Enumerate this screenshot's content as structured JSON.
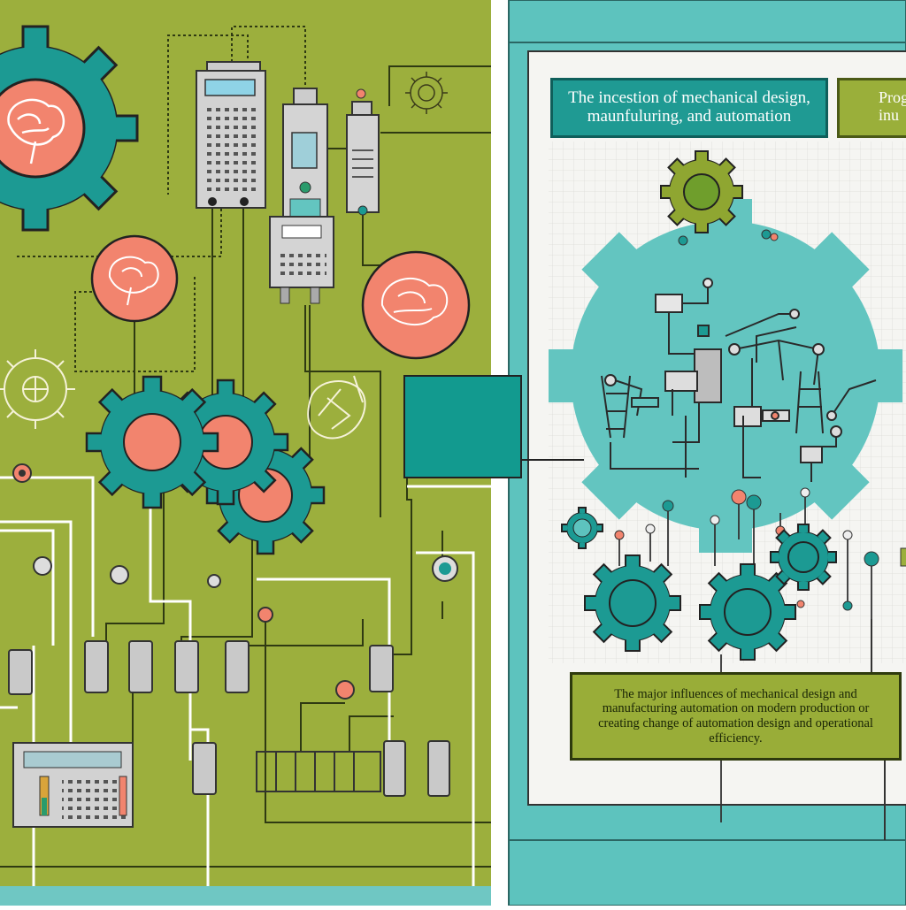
{
  "diagram": {
    "title_box_text": "The incestion of mechanical design, maunfuluring, and automation",
    "corner_box_text": "Prog inu",
    "caption_text": "The major influences of mechanical design and manufacturing automation on modern production or creating change of automation design and operational efficiency."
  },
  "colors": {
    "left_panel": "#9caf3d",
    "teal": "#1f9a93",
    "light_teal": "#63c5c0",
    "coral": "#f2846e",
    "cream_grid": "#f4f4f1",
    "olive_box": "#99ad38",
    "outline": "#333333",
    "device_gray": "#cccccc"
  },
  "icons": [
    "gear-icon",
    "brain-icon",
    "calculator-icon",
    "monitor-icon",
    "robot-arm-icon",
    "connector-icon",
    "sensor-node-icon"
  ]
}
